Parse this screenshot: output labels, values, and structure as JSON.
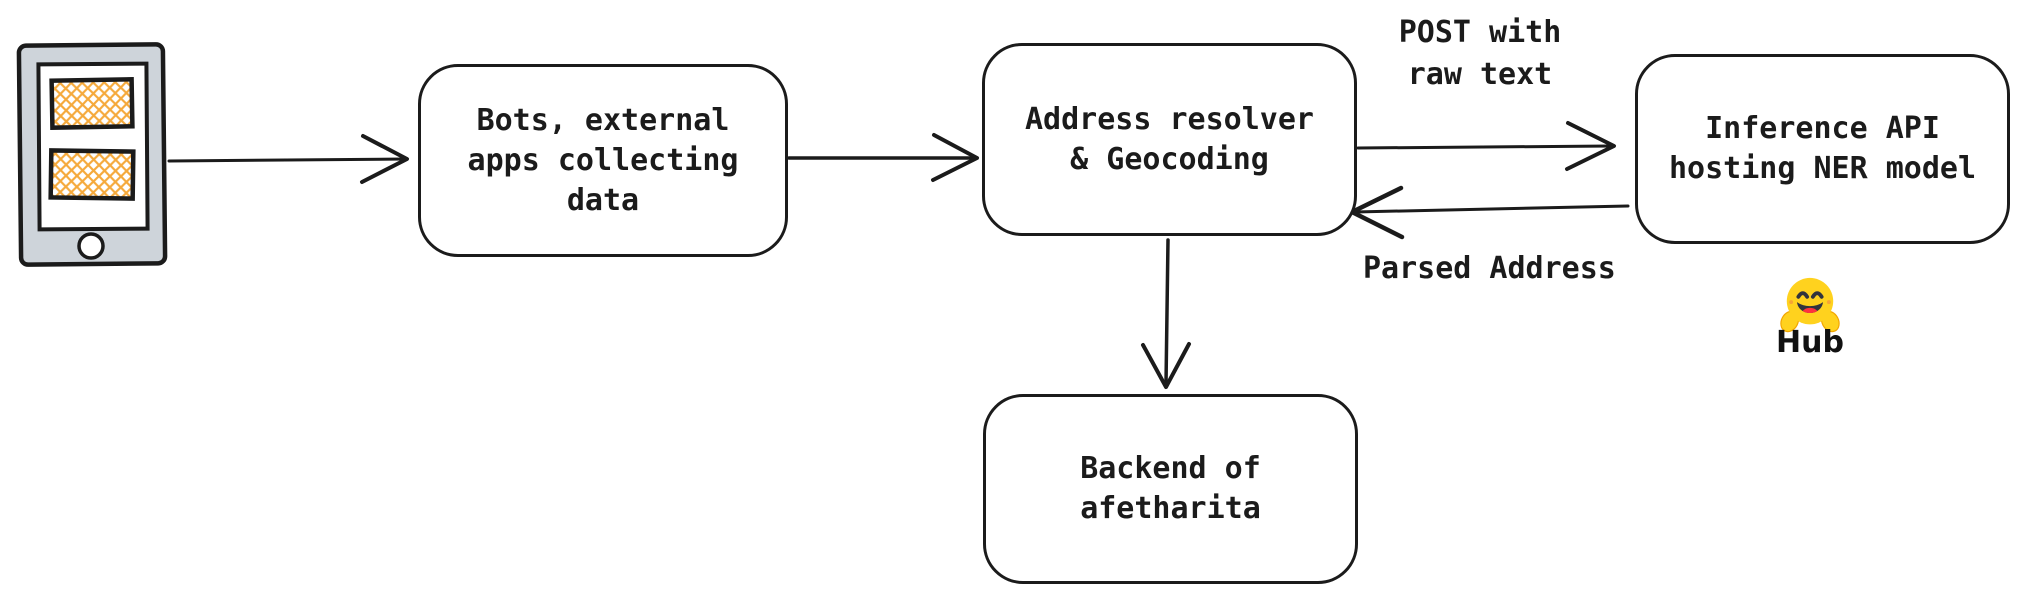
{
  "diagram": {
    "type": "flowchart",
    "background": "#ffffff",
    "nodes": [
      {
        "id": "bots",
        "label": "Bots, external\napps collecting\ndata"
      },
      {
        "id": "address-resolver",
        "label": "Address resolver\n& Geocoding"
      },
      {
        "id": "inference-api",
        "label": "Inference API\nhosting NER model"
      },
      {
        "id": "backend",
        "label": "Backend of\nafetharita"
      }
    ],
    "edges": [
      {
        "from": "phone",
        "to": "bots",
        "label": ""
      },
      {
        "from": "bots",
        "to": "address-resolver",
        "label": ""
      },
      {
        "from": "address-resolver",
        "to": "inference-api",
        "label": "POST with\nraw text"
      },
      {
        "from": "inference-api",
        "to": "address-resolver",
        "label": "Parsed Address"
      },
      {
        "from": "address-resolver",
        "to": "backend",
        "label": ""
      }
    ],
    "edge_labels": [
      {
        "id": "post-raw-text",
        "label": "POST with\nraw text"
      },
      {
        "id": "parsed-address",
        "label": "Parsed Address"
      }
    ],
    "hub": {
      "label": "Hub",
      "icon": "hugging-face-emoji"
    },
    "icons": [
      {
        "name": "phone-icon",
        "description": "hand-drawn smartphone with two cross-hatched content cards"
      },
      {
        "name": "hugging-face-icon",
        "description": "hugging face emoji above Hub wordmark"
      }
    ],
    "colors": {
      "stroke": "#1b1b1b",
      "phone_body": "#ced4da",
      "hatch_orange": "#f5a93b",
      "hub_yellow": "#ffd21e",
      "hub_face_dark": "#32343d",
      "hub_tongue": "#ff323d",
      "background": "#ffffff"
    }
  }
}
